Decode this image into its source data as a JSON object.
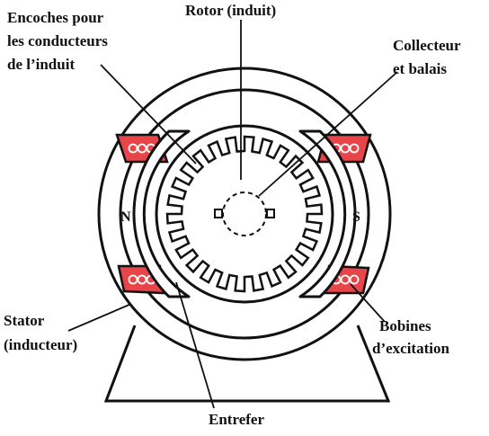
{
  "labels": {
    "encoches_l1": "Encoches pour",
    "encoches_l2": "les conducteurs",
    "encoches_l3": "de l’induit",
    "rotor": "Rotor (induit)",
    "collecteur_l1": "Collecteur",
    "collecteur_l2": "et balais",
    "stator_l1": "Stator",
    "stator_l2": "(inducteur)",
    "bobines_l1": "Bobines",
    "bobines_l2": "d’excitation",
    "entrefer": "Entrefer",
    "pole_north": "N",
    "pole_south": "S"
  },
  "colors": {
    "ink": "#111111",
    "coil": "#e8454b",
    "coil_wire": "#ffffff"
  },
  "rotor": {
    "tooth_count": 26
  }
}
